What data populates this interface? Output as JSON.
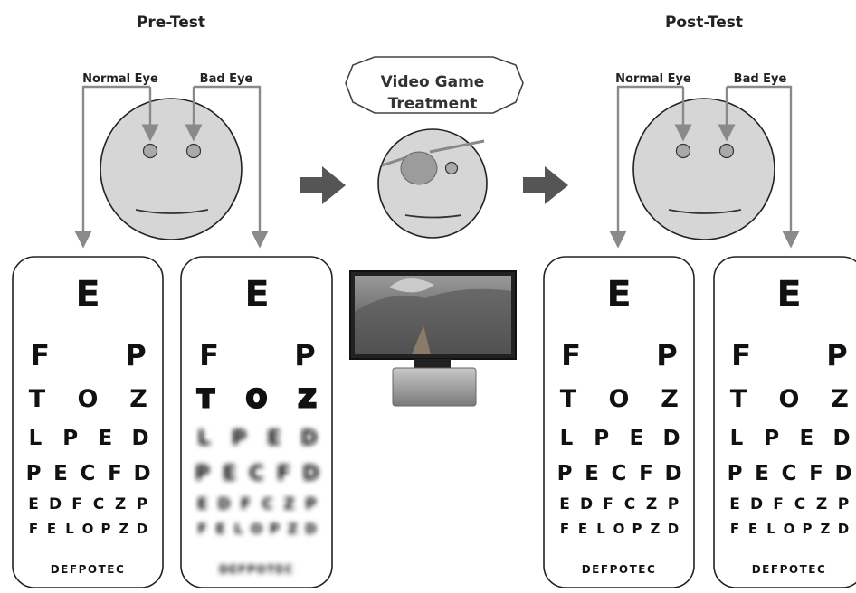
{
  "headers": {
    "pre": "Pre-Test",
    "post": "Post-Test"
  },
  "eye_labels": {
    "normal": "Normal Eye",
    "bad": "Bad Eye"
  },
  "treatment": {
    "line1": "Video Game",
    "line2": "Treatment"
  },
  "eye_chart": {
    "row1": "E",
    "row2_left": "F",
    "row2_right": "P",
    "row3": [
      "T",
      "O",
      "Z"
    ],
    "row4": [
      "L",
      "P",
      "E",
      "D"
    ],
    "row5": [
      "P",
      "E",
      "C",
      "F",
      "D"
    ],
    "row6": [
      "E",
      "D",
      "F",
      "C",
      "Z",
      "P"
    ],
    "row7": [
      "F",
      "E",
      "L",
      "O",
      "P",
      "Z",
      "D"
    ],
    "row8": "DEFPOTEC"
  },
  "colors": {
    "face": "#d6d6d6",
    "arrow": "#555555",
    "leader": "#8a8a8a"
  }
}
